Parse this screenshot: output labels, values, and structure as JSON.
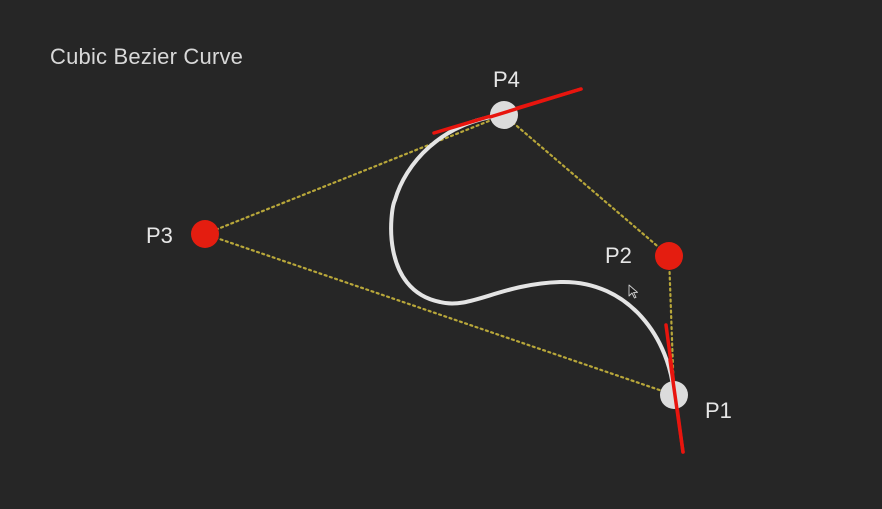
{
  "title": "Cubic Bezier Curve",
  "colors": {
    "background": "#262626",
    "curve": "#e4e4e4",
    "control_polygon": "#b8a73a",
    "tangent": "#e8150e",
    "endpoint": "#dcdcdc",
    "control_point": "#e41d10",
    "label": "#e6e6e6"
  },
  "points": {
    "p1": {
      "label": "P1",
      "role": "endpoint"
    },
    "p2": {
      "label": "P2",
      "role": "control"
    },
    "p3": {
      "label": "P3",
      "role": "control"
    },
    "p4": {
      "label": "P4",
      "role": "endpoint"
    }
  }
}
